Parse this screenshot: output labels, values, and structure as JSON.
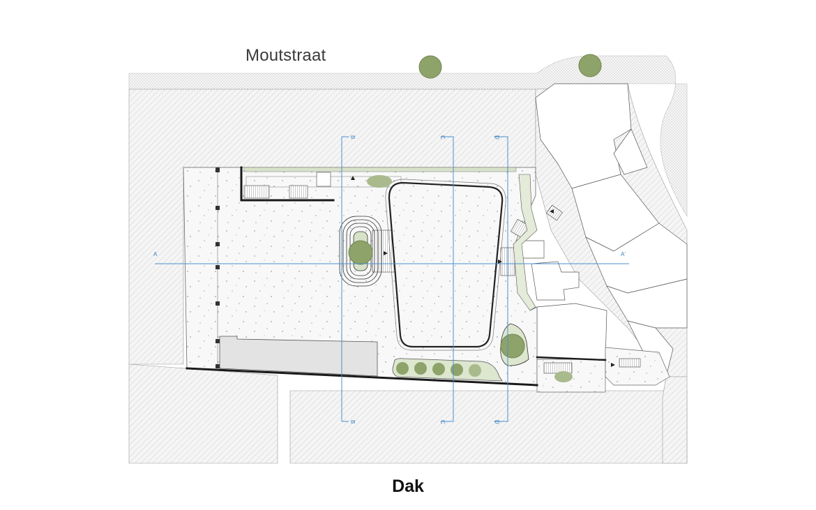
{
  "drawing": {
    "street_name": "Moutstraat",
    "caption": "Dak",
    "section_markers": {
      "a_left": "A",
      "a_right": "A'",
      "b_top": "B",
      "b_bottom": "B",
      "c_top": "C",
      "c_bottom": "C",
      "d_top": "D",
      "d_bottom": "D"
    }
  },
  "colors": {
    "hatch_line": "#bdbdbd",
    "building_fill": "#f4f4f4",
    "section_line": "#4a8fd0",
    "tree_fill": "#8ea36a",
    "planter_fill": "#c9d6b4",
    "wall": "#1a1a1a"
  }
}
